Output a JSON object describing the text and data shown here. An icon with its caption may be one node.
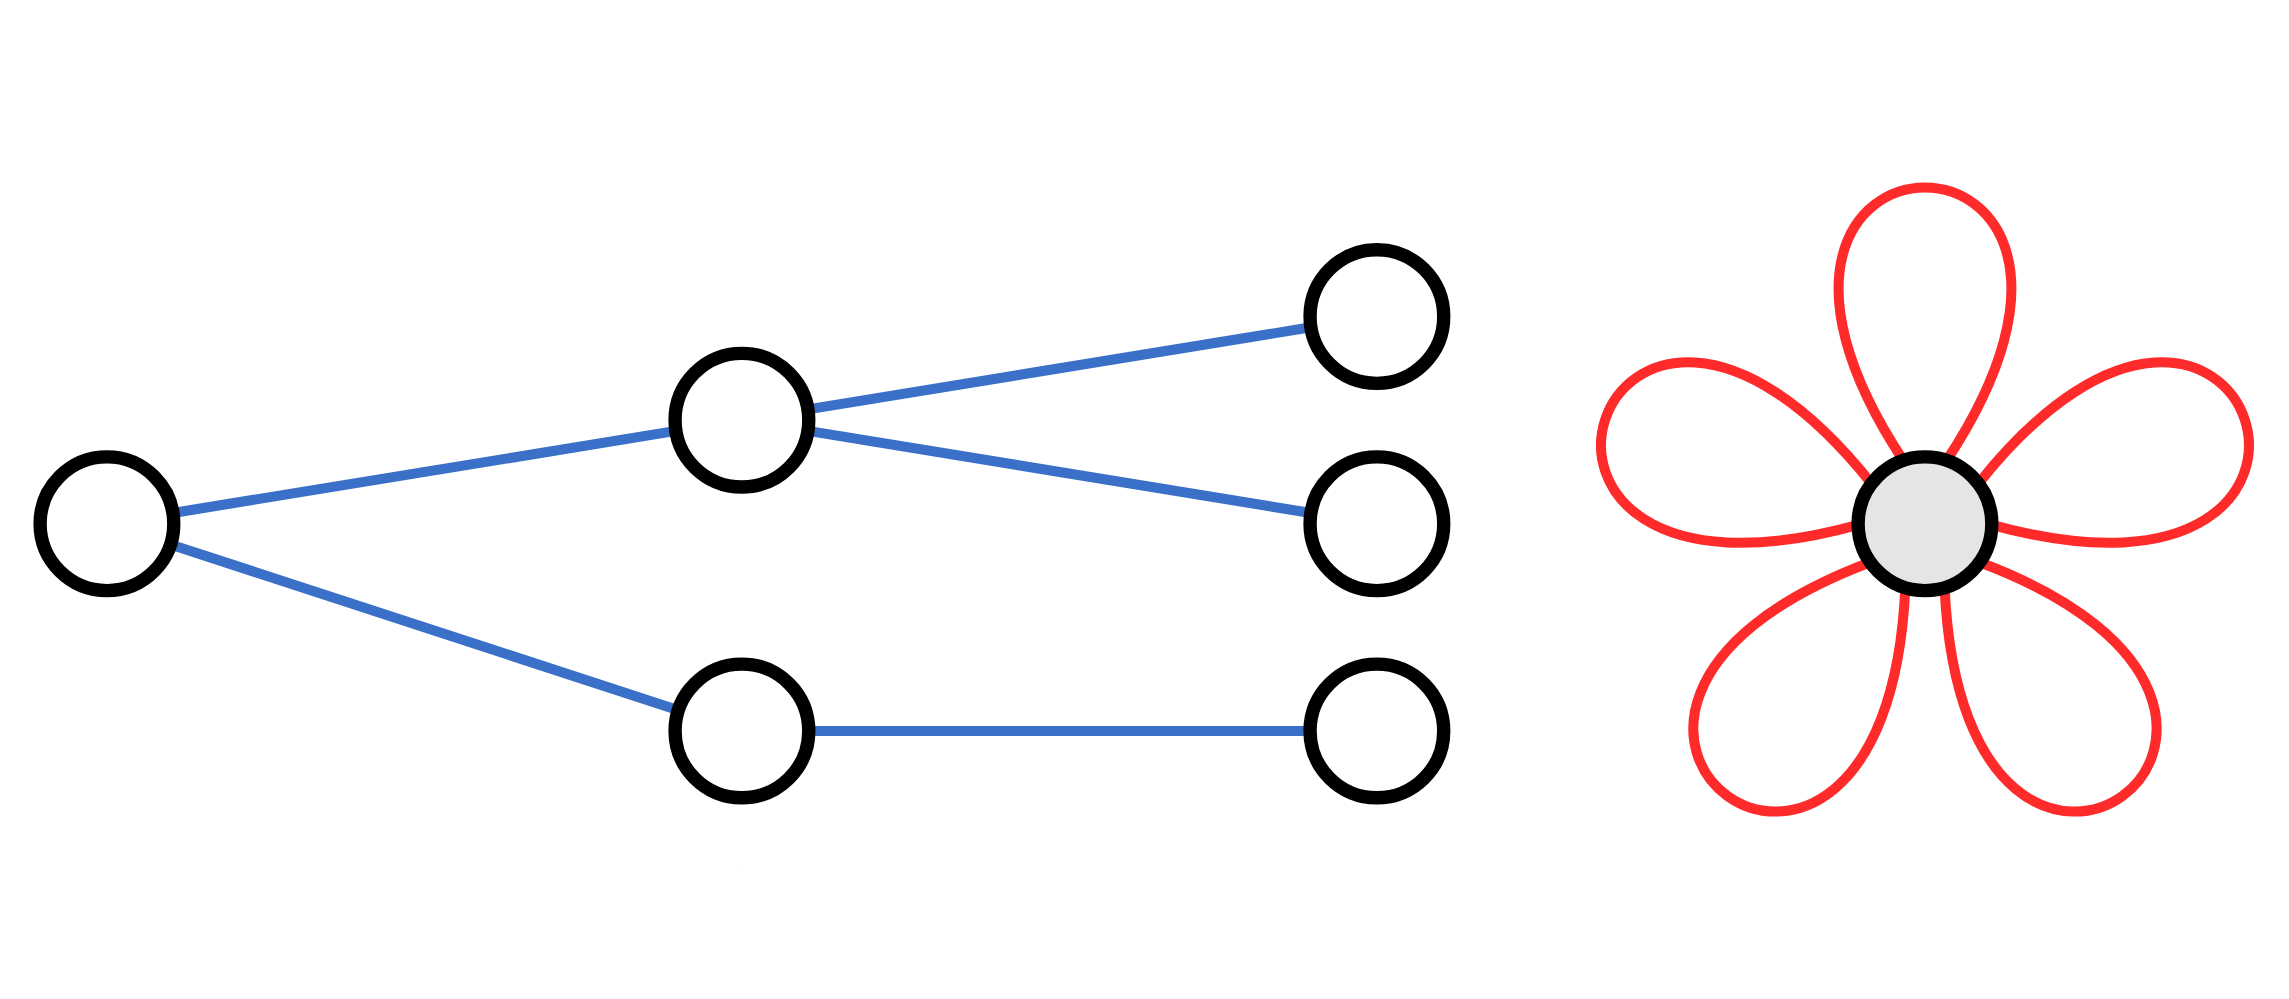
{
  "diagram": {
    "nodes": [
      {
        "text": [],
        "shape": "circle"
      },
      {
        "text": [],
        "shape": "circle"
      },
      {
        "text": [],
        "shape": "circle"
      },
      {
        "text": [],
        "shape": "circle"
      },
      {
        "text": [],
        "shape": "circle"
      },
      {
        "text": [],
        "shape": "circle"
      },
      {
        "text": [],
        "shape": "circle"
      }
    ],
    "edges": [
      {
        "from": 0,
        "to": 1,
        "arrow": "none",
        "color": "#3a70c8"
      },
      {
        "from": 0,
        "to": 2,
        "arrow": "none",
        "color": "#3a70c8"
      },
      {
        "from": 1,
        "to": 3,
        "arrow": "none",
        "color": "#3a70c8"
      },
      {
        "from": 1,
        "to": 4,
        "arrow": "none",
        "color": "#3a70c8"
      },
      {
        "from": 2,
        "to": 5,
        "arrow": "none",
        "color": "#3a70c8"
      },
      {
        "from": 6,
        "to": 6,
        "arrow": "none",
        "color": "#ff2b2b"
      },
      {
        "from": 6,
        "to": 6,
        "arrow": "none",
        "color": "#ff2b2b"
      },
      {
        "from": 6,
        "to": 6,
        "arrow": "none",
        "color": "#ff2b2b"
      },
      {
        "from": 6,
        "to": 6,
        "arrow": "none",
        "color": "#ff2b2b"
      },
      {
        "from": 6,
        "to": 6,
        "arrow": "none",
        "color": "#ff2b2b"
      }
    ]
  }
}
